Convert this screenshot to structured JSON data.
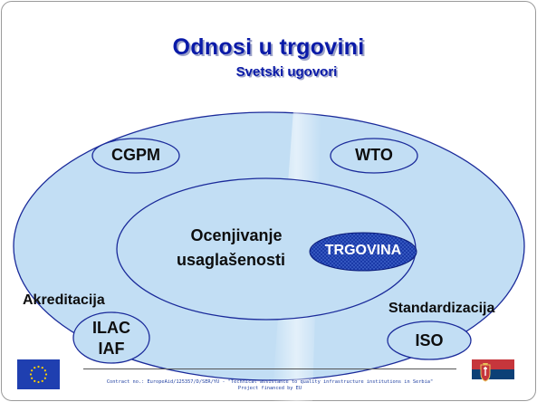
{
  "title": "Odnosi u trgovini",
  "subtitle": "Svetski ugovori",
  "nodes": {
    "cgpm": "CGPM",
    "wto": "WTO",
    "conformity_line1": "Ocenjivanje",
    "conformity_line2": "usaglašenosti",
    "trade": "TRGOVINA",
    "accreditation": "Akreditacija",
    "ilac": "ILAC",
    "iaf": "IAF",
    "standardization": "Standardizacija",
    "iso": "ISO"
  },
  "footer": {
    "line1": "Contract no.: EuropeAid/125357/D/SER/YU - \"Technical assistance to quality infrastructure institutions in Serbia\"",
    "line2": "Project financed by EU"
  },
  "colors": {
    "title": "#0a1aa8",
    "ellipse_fill": "#c2def4",
    "ellipse_stroke": "#1a2a9a",
    "trade_fill": "#1a3aa8"
  },
  "icons": {
    "left_logo": "eu-flag-icon",
    "right_logo": "serbia-flag-icon"
  }
}
